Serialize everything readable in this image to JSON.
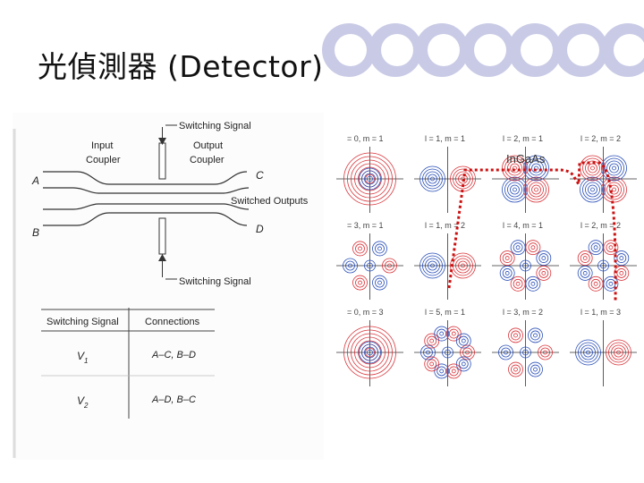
{
  "slide": {
    "title": "光偵測器 (Detector)"
  },
  "coupler": {
    "switching_signal_top": "Switching Signal",
    "input_coupler": [
      "Input",
      "Coupler"
    ],
    "output_coupler": [
      "Output",
      "Coupler"
    ],
    "port_a": "A",
    "port_b": "B",
    "port_c": "C",
    "port_d": "D",
    "switched_outputs": "Switched Outputs",
    "switching_signal_bottom": "Switching Signal"
  },
  "table": {
    "headers": [
      "Switching Signal",
      "Connections"
    ],
    "rows": [
      {
        "signal": "V",
        "sub": "1",
        "connection": "A–C, B–D"
      },
      {
        "signal": "V",
        "sub": "2",
        "connection": "A–D, B–C"
      }
    ]
  },
  "modes": {
    "cells": [
      {
        "label": "= 0, m = 1",
        "order": 0
      },
      {
        "label": "l = 1, m = 1",
        "order": 1
      },
      {
        "label": "l = 2, m = 1",
        "order": 2
      },
      {
        "label": "l = 2, m = 2",
        "order": 2
      },
      {
        "label": "= 3, m = 1",
        "order": 3
      },
      {
        "label": "l = 1, m = 2",
        "order": 1
      },
      {
        "label": "l = 4, m = 1",
        "order": 4
      },
      {
        "label": "l = 2, m = 2",
        "order": 4
      },
      {
        "label": "= 0, m = 3",
        "order": 0
      },
      {
        "label": "l = 5, m = 1",
        "order": 5
      },
      {
        "label": "l = 3, m = 2",
        "order": 3
      },
      {
        "label": "l = 1, m = 3",
        "order": 1
      }
    ],
    "material_label": "InGaAs",
    "colors": {
      "red": "#d8343a",
      "blue": "#2a4fb8",
      "dashed": "#cc1111"
    }
  },
  "decoration": {
    "circle_color": "#c9cbe6"
  }
}
